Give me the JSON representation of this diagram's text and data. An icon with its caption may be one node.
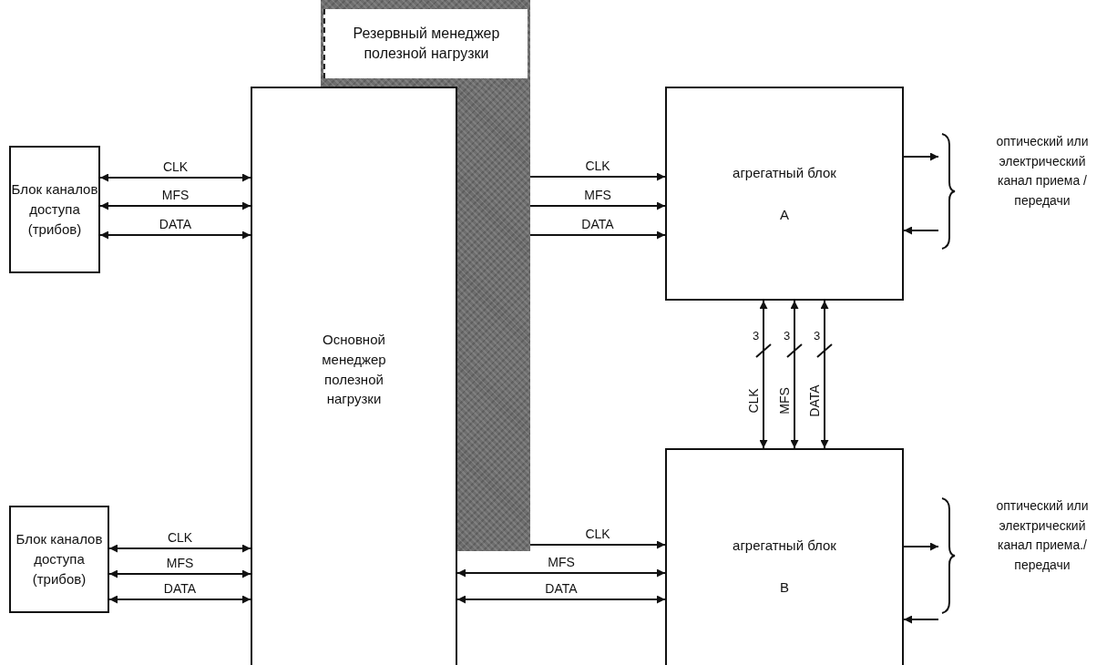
{
  "diagram": {
    "nodes": [
      {
        "text": [
          "Резервный менеджер полезной нагрузки"
        ]
      },
      {
        "text": [
          "Основной менеджер полезной нагрузки"
        ]
      },
      {
        "text": [
          "Блок каналов доступа (трибов)"
        ]
      },
      {
        "text": [
          "Блок каналов доступа (трибов)"
        ]
      },
      {
        "text": [
          "агрегатный блок",
          "A"
        ]
      },
      {
        "text": [
          "агрегатный блок",
          "B"
        ]
      },
      {
        "text": [
          "оптический или электрический канал приема /передачи"
        ]
      },
      {
        "text": [
          "оптический или электрический канал приема./передачи"
        ]
      },
      {
        "text": [],
        "shape": "bar"
      }
    ],
    "edges": [
      {
        "from": 2,
        "to": 1,
        "arrow": "both",
        "label": "CLK"
      },
      {
        "from": 2,
        "to": 1,
        "arrow": "both",
        "label": "MFS"
      },
      {
        "from": 2,
        "to": 1,
        "arrow": "both",
        "label": "DATA"
      },
      {
        "from": 3,
        "to": 1,
        "arrow": "both",
        "label": "CLK"
      },
      {
        "from": 3,
        "to": 1,
        "arrow": "both",
        "label": "MFS"
      },
      {
        "from": 3,
        "to": 1,
        "arrow": "both",
        "label": "DATA"
      },
      {
        "from": 8,
        "to": 4,
        "arrow": "to",
        "label": "CLK"
      },
      {
        "from": 8,
        "to": 4,
        "arrow": "to",
        "label": "MFS"
      },
      {
        "from": 8,
        "to": 4,
        "arrow": "to",
        "label": "DATA"
      },
      {
        "from": 8,
        "to": 5,
        "arrow": "to",
        "label": "CLK"
      },
      {
        "from": 1,
        "to": 5,
        "arrow": "both",
        "label": "MFS"
      },
      {
        "from": 1,
        "to": 5,
        "arrow": "both",
        "label": "DATA"
      },
      {
        "from": 4,
        "to": 5,
        "arrow": "both",
        "label": "CLK"
      },
      {
        "from": 4,
        "to": 5,
        "arrow": "both",
        "label": "MFS"
      },
      {
        "from": 4,
        "to": 5,
        "arrow": "both",
        "label": "DATA"
      },
      {
        "from": 4,
        "to": 6,
        "arrow": "to"
      },
      {
        "from": 6,
        "to": 4,
        "arrow": "to"
      },
      {
        "from": 5,
        "to": 7,
        "arrow": "to"
      },
      {
        "from": 7,
        "to": 5,
        "arrow": "to"
      }
    ],
    "labels": [
      "3",
      "3",
      "3"
    ]
  }
}
